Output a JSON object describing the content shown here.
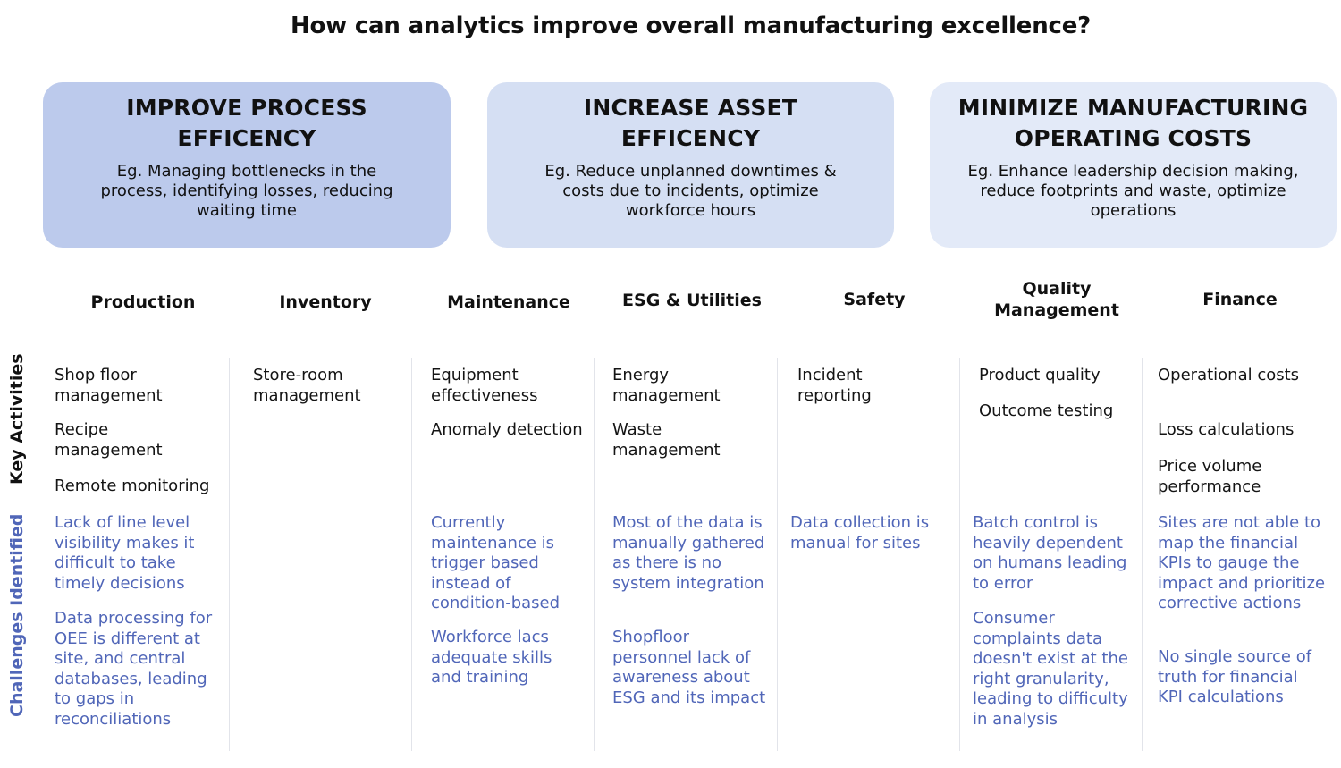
{
  "title": "How can analytics improve overall manufacturing excellence?",
  "colors": {
    "card_1": "#bccaec",
    "card_2": "#d5dff3",
    "card_3": "#e3eaf8",
    "challenge_text": "#5066b8",
    "activity_text": "#141414"
  },
  "cards": [
    {
      "title_line1": "IMPROVE PROCESS",
      "title_line2": "EFFICENCY",
      "description": "Eg. Managing bottlenecks in the process, identifying losses, reducing waiting time"
    },
    {
      "title_line1": "INCREASE ASSET",
      "title_line2": "EFFICENCY",
      "description": "Eg. Reduce unplanned downtimes & costs due to incidents, optimize workforce hours"
    },
    {
      "title_line1": "MINIMIZE MANUFACTURING",
      "title_line2": "OPERATING COSTS",
      "description": "Eg. Enhance leadership decision making, reduce footprints and waste, optimize operations"
    }
  ],
  "row_labels": {
    "activities": "Key Activities",
    "challenges": "Challenges Identified"
  },
  "columns": [
    {
      "header": "Production",
      "activities": [
        "Shop floor management",
        "Recipe management",
        "Remote monitoring"
      ],
      "challenges": [
        "Lack of line level visibility makes it difficult to take timely decisions",
        "Data processing for OEE is different at site, and central databases, leading to gaps in reconciliations"
      ]
    },
    {
      "header": "Inventory",
      "activities": [
        "Store-room management"
      ],
      "challenges": []
    },
    {
      "header": "Maintenance",
      "activities": [
        "Equipment effectiveness",
        "Anomaly detection"
      ],
      "challenges": [
        "Currently maintenance is trigger based instead of condition-based",
        "Workforce lacs adequate skills and training"
      ]
    },
    {
      "header": "ESG & Utilities",
      "activities": [
        "Energy management",
        "Waste management"
      ],
      "challenges": [
        "Most of the data is manually gathered as there is no system integration",
        "Shopfloor personnel lack of awareness about ESG and its impact"
      ]
    },
    {
      "header": "Safety",
      "activities": [
        "Incident reporting"
      ],
      "challenges": [
        "Data collection is manual for sites"
      ]
    },
    {
      "header": "Quality Management",
      "activities": [
        "Product quality",
        "Outcome testing"
      ],
      "challenges": [
        "Batch control is heavily dependent on humans leading to error",
        "Consumer complaints data doesn't exist at the right granularity, leading to difficulty in analysis"
      ]
    },
    {
      "header": "Finance",
      "activities": [
        "Operational costs",
        "Loss calculations",
        "Price volume performance"
      ],
      "challenges": [
        "Sites are not able to map the financial KPIs to gauge the impact and prioritize corrective actions",
        "No single source of truth for financial KPI calculations"
      ]
    }
  ]
}
